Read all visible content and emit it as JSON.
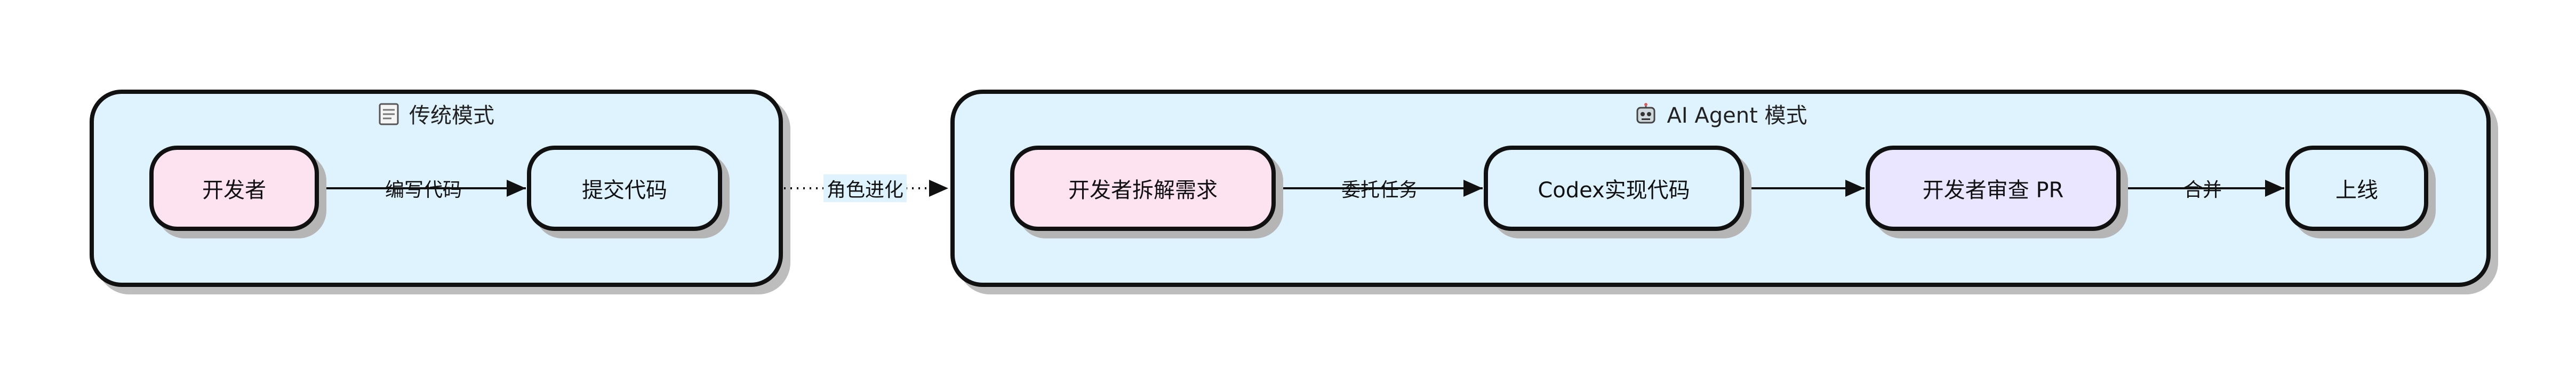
{
  "groups": {
    "traditional": {
      "title": "传统模式",
      "icon": "memo-icon"
    },
    "ai_agent": {
      "title": "AI Agent 模式",
      "icon": "robot-icon"
    }
  },
  "nodes": {
    "developer": "开发者",
    "submit_code": "提交代码",
    "dev_breakdown": "开发者拆解需求",
    "codex_impl": "Codex实现代码",
    "dev_review": "开发者审查 PR",
    "deploy": "上线"
  },
  "edges": {
    "write_code": "编写代码",
    "role_evolution": "角色进化",
    "delegate": "委托任务",
    "merge": "合并"
  },
  "colors": {
    "group_fill": "#dff3ff",
    "pink_node": "#fde2f0",
    "lavender_node": "#ebe6ff",
    "stroke": "#111111"
  }
}
